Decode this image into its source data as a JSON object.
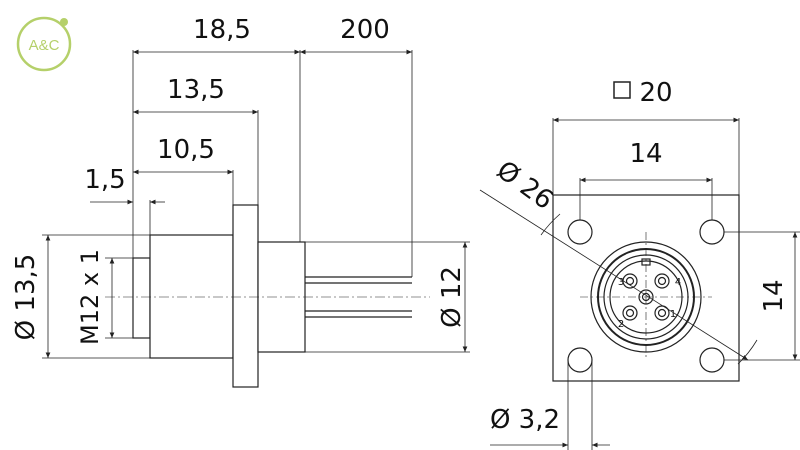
{
  "logo": {
    "text": "A&C",
    "color": "#b5d06a"
  },
  "side_view": {
    "dims": {
      "overall_length": "18,5",
      "cable_length": "200",
      "body_length": "13,5",
      "front_length": "10,5",
      "flange_thickness": "1,5",
      "outer_diameter": "Ø 13,5",
      "thread": "M12 x 1",
      "rear_diameter": "Ø 12"
    }
  },
  "front_view": {
    "dims": {
      "square_size": "20",
      "hole_spacing_h": "14",
      "hole_spacing_v": "14",
      "flange_diameter": "Ø 26",
      "hole_diameter": "Ø 3,2"
    },
    "pins": [
      "1",
      "2",
      "3",
      "4"
    ]
  },
  "colors": {
    "line": "#222222",
    "accent": "#b5d06a"
  }
}
